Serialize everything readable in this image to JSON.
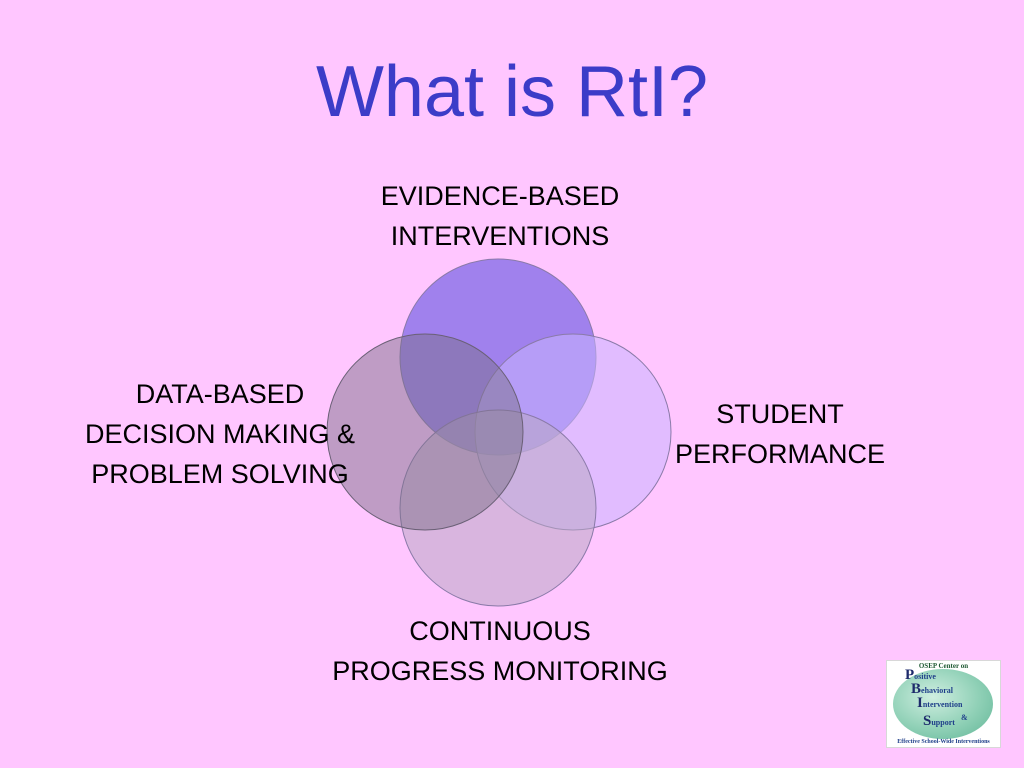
{
  "title": "What is RtI?",
  "diagram": {
    "circles": [
      {
        "key": "top",
        "color": "#7b66e6",
        "opacity": 0.72
      },
      {
        "key": "right",
        "color": "#c9b4ff",
        "opacity": 0.55
      },
      {
        "key": "bottom",
        "color": "#b9a8c4",
        "opacity": 0.55
      },
      {
        "key": "left",
        "color": "#7a6f86",
        "opacity": 0.48
      }
    ],
    "labels": {
      "top": [
        "EVIDENCE-BASED",
        "INTERVENTIONS"
      ],
      "right": [
        "STUDENT",
        "PERFORMANCE"
      ],
      "left": [
        "DATA-BASED",
        "DECISION MAKING &",
        "PROBLEM SOLVING"
      ],
      "bottom": [
        "CONTINUOUS",
        "PROGRESS MONITORING"
      ]
    }
  },
  "logo": {
    "header": "OSEP Center on",
    "words": [
      {
        "initial": "P",
        "rest": "ositive"
      },
      {
        "initial": "B",
        "rest": "ehavioral"
      },
      {
        "initial": "I",
        "rest": "ntervention"
      },
      {
        "initial": "S",
        "rest": "upport"
      }
    ],
    "ampersand": "&",
    "footer": "Effective School-Wide Interventions"
  },
  "colors": {
    "background": "#ffc6ff",
    "title": "#3c3cc8"
  }
}
